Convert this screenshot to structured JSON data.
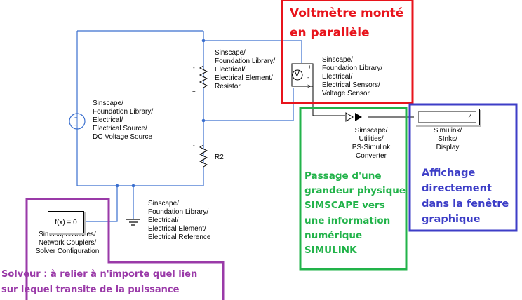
{
  "annotations": {
    "voltmeter": "Voltmètre monté\nen parallèle",
    "ps_converter": "Passage d'une\ngrandeur physique\nSIMSCAPE vers\nune information\nnumérique\nSIMULINK",
    "display": "Affichage\ndirectement\ndans la fenêtre\ngraphique",
    "solver": "Solveur : à relier à n'importe quel lien\nsur lequel transite de la puissance"
  },
  "blocks": {
    "resistor_label": "Sinscape/\nFoundation Library/\nElectrical/\nElectrical Element/\nResistor",
    "voltage_sensor_label": "Sinscape/\nFoundation Library/\nElectrical/\nElectrical Sensors/\nVoltage Sensor",
    "voltage_sensor_symbol": "V",
    "dc_source_label": "Sinscape/\nFoundation Library/\nElectrical/\nElectrical Source/\nDC Voltage Source",
    "r2_label": "R2",
    "ps_simulink_label": "Simscape/\nUtilities/\nPS-Simulink\nConverter",
    "display_label": "Simulink/\nSInks/\nDisplay",
    "display_value": "4",
    "reference_label": "Sinscape/\nFoundation Library/\nElectrical/\nElectrical Element/\nElectrical Reference",
    "solver_block_text": "f(x) = 0",
    "solver_label": "Simscape/Utilities/\nNetwork Couplers/\nSolver Configuration"
  },
  "colors": {
    "wire": "#3a6fcf",
    "red": "#e8141c",
    "green": "#22b34a",
    "blue": "#3d3ec7",
    "purple": "#9a3aa8"
  }
}
